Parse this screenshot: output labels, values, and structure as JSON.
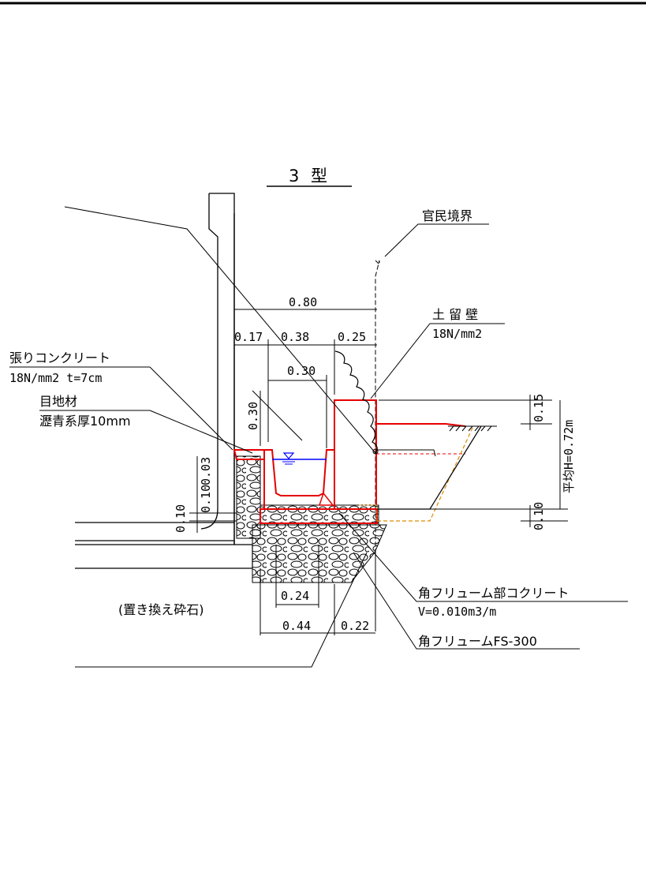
{
  "title": "3 型",
  "labels": {
    "boundary": "官民境界",
    "retaining_wall": "土 留 壁",
    "retaining_wall_strength": "18N/mm2",
    "paving": "張りコンクリート",
    "paving_spec": "18N/mm2 t=7cm",
    "joint": "目地材",
    "joint_spec": "瀝青系厚10mm",
    "flume_concrete": "角フリューム部コクリート",
    "flume_concrete_volume": "V=0.010m3/m",
    "flume": "角フリュームFS-300",
    "replacement_gravel": "(置き換え砕石)",
    "avg_height": "平均H=0.72m"
  },
  "dims": {
    "total_width": "0.80",
    "w_left": "0.17",
    "w_mid": "0.38",
    "w_right": "0.25",
    "flume_width": "0.30",
    "flume_height": "0.30",
    "paving_height": "0.03",
    "base_left": "0.10",
    "base_right": "0.10",
    "top_right": "0.15",
    "bottom_inner": "0.24",
    "bottom_left": "0.44",
    "bottom_right": "0.22"
  },
  "colors": {
    "line": "#000000",
    "red": "#e60000",
    "water": "#0000ff",
    "orange": "#e08a00"
  }
}
